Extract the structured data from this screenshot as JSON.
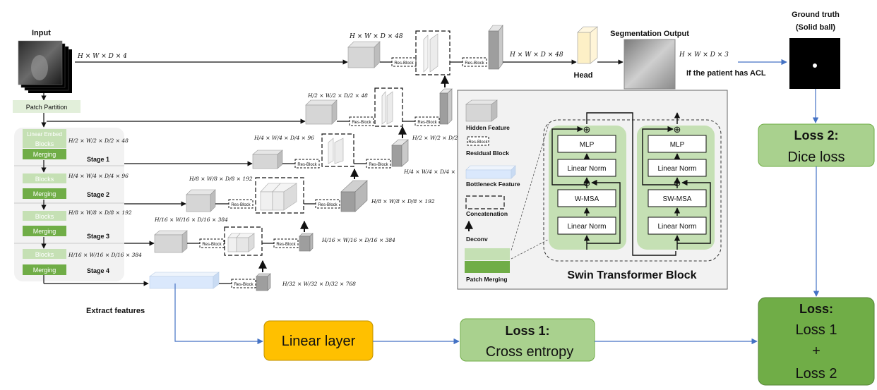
{
  "labels": {
    "input": "Input",
    "patch_partition": "Patch Partition",
    "segmentation_output": "Segmentation Output",
    "ground_truth_line1": "Ground truth",
    "ground_truth_line2": "(Solid ball)",
    "if_acl": "If the patient has ACL",
    "head": "Head",
    "extract_features": "Extract features",
    "res_block": "Res-Block"
  },
  "encoder": {
    "linear_embed": "Linear Embed",
    "blocks": "Blocks",
    "merging": "Merging",
    "stages": [
      "Stage 1",
      "Stage 2",
      "Stage 3",
      "Stage 4"
    ]
  },
  "dims": {
    "input": "H × W × D × 4",
    "top_in": "H × W × D × 48",
    "top_out": "H × W × D × 48",
    "seg_out": "H × W × D × 3",
    "d2_48": "H/2 × W/2 × D/2 × 48",
    "d4_96": "H/4 × W/4 × D/4 × 96",
    "d8_192": "H/8 × W/8 × D/8 × 192",
    "d16_384": "H/16 × W/16 × D/16 × 384",
    "d32_768": "H/32 × W/32 × D/32 × 768"
  },
  "legend": {
    "hidden_feature": "Hidden Feature",
    "residual_block": "Residual Block",
    "bottleneck_feature": "Bottleneck Feature",
    "concatenation": "Concatenation",
    "deconv": "Deconv",
    "patch_merging": "Patch Merging"
  },
  "swin": {
    "title": "Swin Transformer Block",
    "mlp": "MLP",
    "linear_norm": "Linear Norm",
    "w_msa": "W-MSA",
    "sw_msa": "SW-MSA",
    "plus": "⊕"
  },
  "losses": {
    "linear_layer": "Linear layer",
    "loss1_title": "Loss 1:",
    "loss1_body": "Cross entropy",
    "loss2_title": "Loss 2:",
    "loss2_body": "Dice loss",
    "total_title": "Loss:",
    "total_l1": "Loss 1",
    "total_plus": "+",
    "total_l2": "Loss 2"
  },
  "colors": {
    "green_light": "#c5e0b4",
    "green_dark": "#70ad47",
    "loss_box": "#a9d18e",
    "loss_total": "#70ad47",
    "linear_layer": "#ffc000",
    "bottleneck": "#dae8fc",
    "arrow_blue": "#4472c4"
  }
}
